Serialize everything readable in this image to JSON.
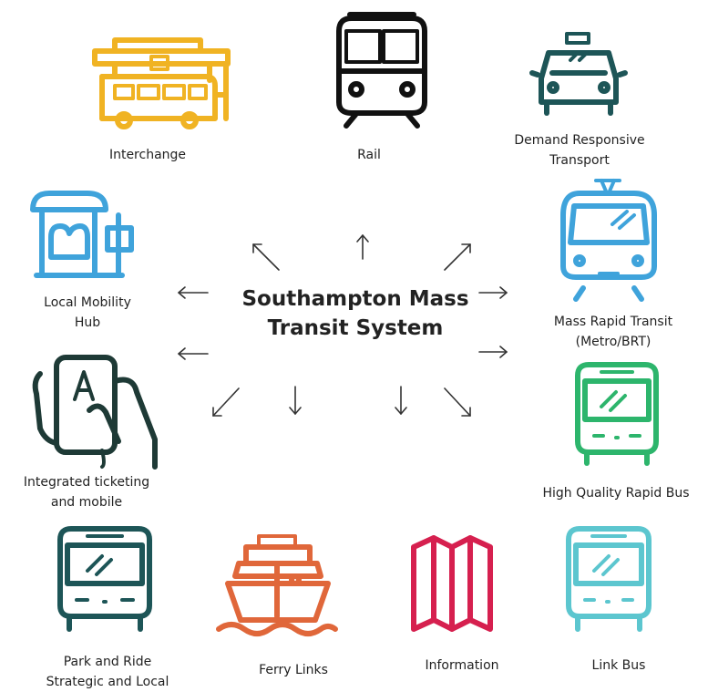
{
  "center_title": [
    "Southampton Mass",
    "Transit System"
  ],
  "nodes": {
    "interchange": {
      "label": [
        "Interchange"
      ],
      "icon": "bus-station-icon",
      "color": "#F0B323"
    },
    "rail": {
      "label": [
        "Rail"
      ],
      "icon": "train-icon",
      "color": "#111111"
    },
    "demand_responsive": {
      "label": [
        "Demand Responsive",
        "Transport"
      ],
      "icon": "taxi-icon",
      "color": "#1D5557"
    },
    "local_mobility_hub": {
      "label": [
        "Local Mobility",
        "Hub"
      ],
      "icon": "kiosk-icon",
      "color": "#3FA3DB"
    },
    "mass_rapid_transit": {
      "label": [
        "Mass Rapid Transit",
        "(Metro/BRT)"
      ],
      "icon": "tram-icon",
      "color": "#3FA3DB"
    },
    "integrated_ticketing": {
      "label": [
        "Integrated ticketing",
        "and mobile"
      ],
      "icon": "phone-in-hand-icon",
      "color": "#1E3A36"
    },
    "high_quality_rapid_bus": {
      "label": [
        "High Quality Rapid Bus"
      ],
      "icon": "bus-front-icon",
      "color": "#2DB56C"
    },
    "park_and_ride": {
      "label": [
        "Park and Ride",
        "Strategic and Local"
      ],
      "icon": "bus-front-icon",
      "color": "#1D5557"
    },
    "ferry_links": {
      "label": [
        "Ferry Links"
      ],
      "icon": "ship-icon",
      "color": "#E0673A"
    },
    "information": {
      "label": [
        "Information"
      ],
      "icon": "folded-map-icon",
      "color": "#D6204F"
    },
    "link_bus": {
      "label": [
        "Link Bus"
      ],
      "icon": "bus-front-icon",
      "color": "#5CC6CF"
    }
  }
}
